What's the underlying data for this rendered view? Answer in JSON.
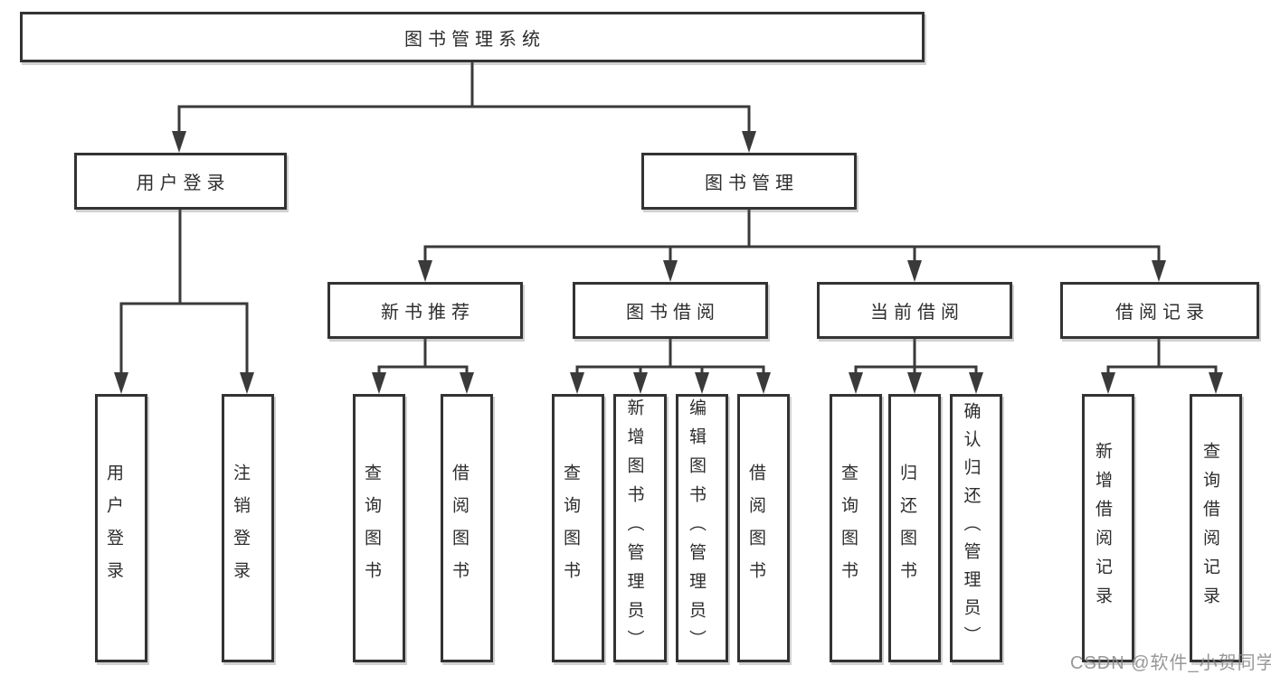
{
  "diagram": {
    "tree": {
      "label": "图书管理系统",
      "children": [
        {
          "label": "用户登录",
          "children": [
            {
              "label": "用户登录"
            },
            {
              "label": "注销登录"
            }
          ]
        },
        {
          "label": "图书管理",
          "children": [
            {
              "label": "新书推荐",
              "children": [
                {
                  "label": "查询图书"
                },
                {
                  "label": "借阅图书"
                }
              ]
            },
            {
              "label": "图书借阅",
              "children": [
                {
                  "label": "查询图书"
                },
                {
                  "label": "新增图书（管理员）"
                },
                {
                  "label": "编辑图书（管理员）"
                },
                {
                  "label": "借阅图书"
                }
              ]
            },
            {
              "label": "当前借阅",
              "children": [
                {
                  "label": "查询图书"
                },
                {
                  "label": "归还图书"
                },
                {
                  "label": "确认归还（管理员）"
                }
              ]
            },
            {
              "label": "借阅记录",
              "children": [
                {
                  "label": "新增借阅记录"
                },
                {
                  "label": "查询借阅记录"
                }
              ]
            }
          ]
        }
      ]
    },
    "colors": {
      "line": "#3a3a3a",
      "border": "#333333",
      "text": "#2d2d2d",
      "watermark": "#8a8a8a",
      "background": "#ffffff"
    }
  },
  "watermark": {
    "text": "CSDN @软件_小贺同学"
  }
}
